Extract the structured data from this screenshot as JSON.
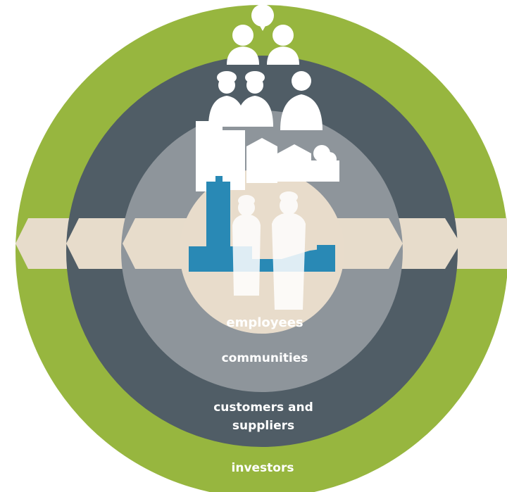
{
  "rings": {
    "outer": {
      "label": "investors",
      "color": "#97b63f"
    },
    "second": {
      "label_line1": "customers and",
      "label_line2": "suppliers",
      "color": "#505d66"
    },
    "third": {
      "label": "communities",
      "color": "#8e959b"
    },
    "core": {
      "label": "employees",
      "color": "#e8dccb"
    }
  },
  "colors": {
    "hexagon_band": "#e7dccb",
    "silhouette": "#ffffff",
    "industrial": "#2989b5"
  },
  "icons": [
    "speech-bubble-icon",
    "investor-people-icon",
    "worker-people-icon",
    "city-buildings-icon",
    "factory-machinery-icon",
    "employee-people-icon"
  ]
}
